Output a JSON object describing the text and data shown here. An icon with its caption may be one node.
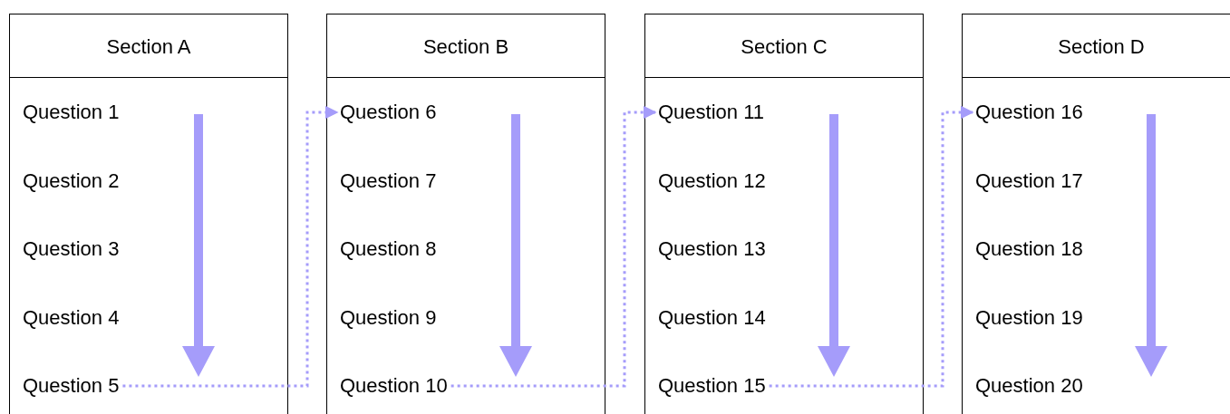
{
  "diagram": {
    "nodes": [
      {
        "text": [
          "Section A"
        ]
      },
      {
        "text": [
          "Question 1"
        ],
        "in": 0
      },
      {
        "text": [
          "Question 2"
        ],
        "in": 0
      },
      {
        "text": [
          "Question 3"
        ],
        "in": 0
      },
      {
        "text": [
          "Question 4"
        ],
        "in": 0
      },
      {
        "text": [
          "Question 5"
        ],
        "in": 0
      },
      {
        "text": [
          "Section B"
        ]
      },
      {
        "text": [
          "Question 6"
        ],
        "in": 6
      },
      {
        "text": [
          "Question 7"
        ],
        "in": 6
      },
      {
        "text": [
          "Question 8"
        ],
        "in": 6
      },
      {
        "text": [
          "Question 9"
        ],
        "in": 6
      },
      {
        "text": [
          "Question 10"
        ],
        "in": 6
      },
      {
        "text": [
          "Section C"
        ]
      },
      {
        "text": [
          "Question 11"
        ],
        "in": 12
      },
      {
        "text": [
          "Question 12"
        ],
        "in": 12
      },
      {
        "text": [
          "Question 13"
        ],
        "in": 12
      },
      {
        "text": [
          "Question 14"
        ],
        "in": 12
      },
      {
        "text": [
          "Question 15"
        ],
        "in": 12
      },
      {
        "text": [
          "Section D"
        ]
      },
      {
        "text": [
          "Question 16"
        ],
        "in": 18
      },
      {
        "text": [
          "Question 17"
        ],
        "in": 18
      },
      {
        "text": [
          "Question 18"
        ],
        "in": 18
      },
      {
        "text": [
          "Question 19"
        ],
        "in": 18
      },
      {
        "text": [
          "Question 20"
        ],
        "in": 18
      }
    ],
    "edges": [
      {
        "from": 5,
        "to": 7,
        "arrow": "to",
        "style": "dashed"
      },
      {
        "from": 11,
        "to": 13,
        "arrow": "to",
        "style": "dashed"
      },
      {
        "from": 17,
        "to": 19,
        "arrow": "to",
        "style": "dashed"
      }
    ]
  }
}
